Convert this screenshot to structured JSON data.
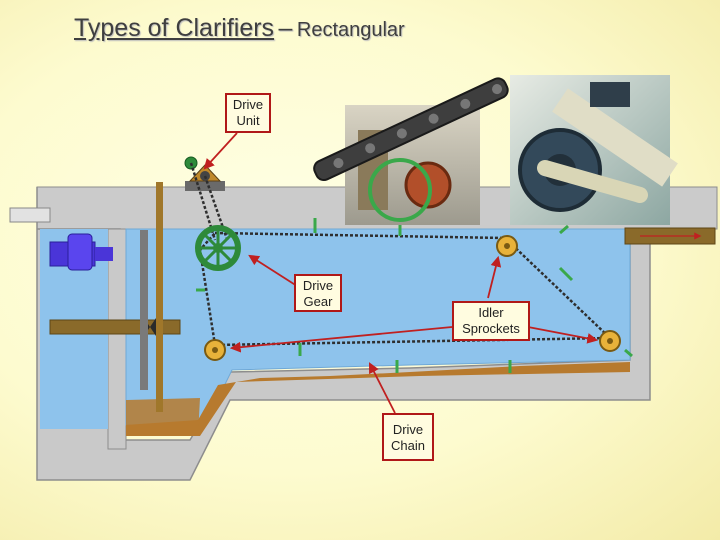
{
  "title": {
    "main": "Types of Clarifiers",
    "dash": "–",
    "sub": "Rectangular"
  },
  "labels": {
    "drive_unit": "Drive\nUnit",
    "drive_gear": "Drive\nGear",
    "idler_sprockets": "Idler\nSprockets",
    "drive_chain": "Drive\nChain"
  },
  "colors": {
    "water": "#8ec3ec",
    "concrete": "#cbcbcb",
    "sludge": "#b77a2e",
    "callout_border": "#b01818",
    "arrow": "#c02020",
    "gear_green": "#2e8a3a",
    "sprocket": "#e8b23a",
    "inlet_pipe": "#4a35d8",
    "outlet_pipe": "#8a6a2a",
    "flight": "#3aa84a"
  }
}
